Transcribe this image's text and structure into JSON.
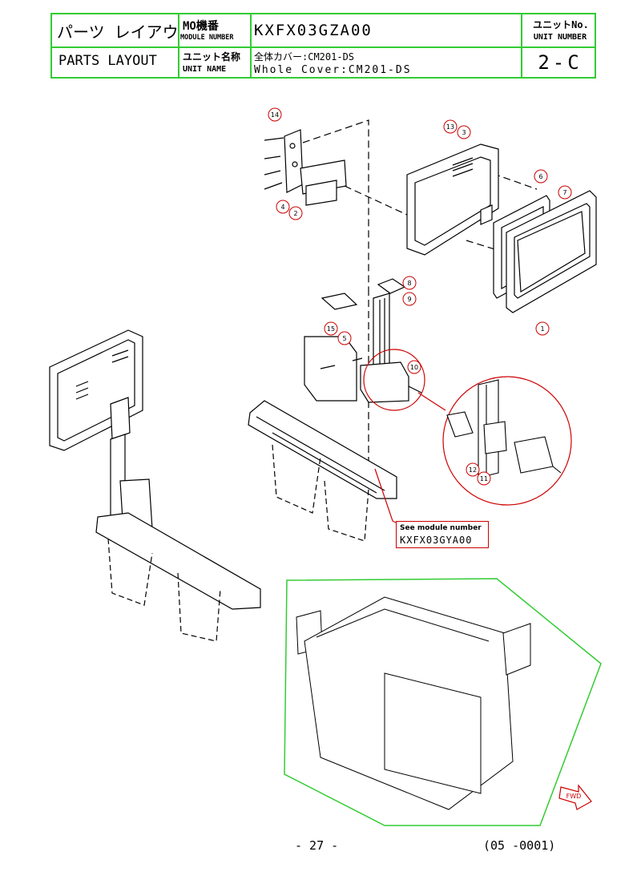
{
  "header": {
    "title_jp": "パーツ レイアウト",
    "title_en": "PARTS LAYOUT",
    "module_label_jp": "MO機番",
    "module_label_en": "MODULE NUMBER",
    "module_number": "KXFX03GZA00",
    "unit_label_jp": "ユニット名称",
    "unit_label_en": "UNIT NAME",
    "unit_name_jp": "全体カバー:CM201-DS",
    "unit_name_en": "Whole Cover:CM201-DS",
    "unit_no_label_jp": "ユニットNo.",
    "unit_no_label_en": "UNIT NUMBER",
    "unit_number": "2-C"
  },
  "callouts": [
    "14",
    "4",
    "2",
    "13",
    "3",
    "6",
    "7",
    "1",
    "8",
    "9",
    "15",
    "5",
    "10",
    "12",
    "11"
  ],
  "reference": {
    "line1": "See module number",
    "line2": "KXFX03GYA00"
  },
  "direction_label": "FWD",
  "footer": {
    "page": "- 27 -",
    "code": "(05 -0001)"
  },
  "colors": {
    "frame": "#33cc33",
    "callout": "#cc0000",
    "line": "#000000"
  }
}
